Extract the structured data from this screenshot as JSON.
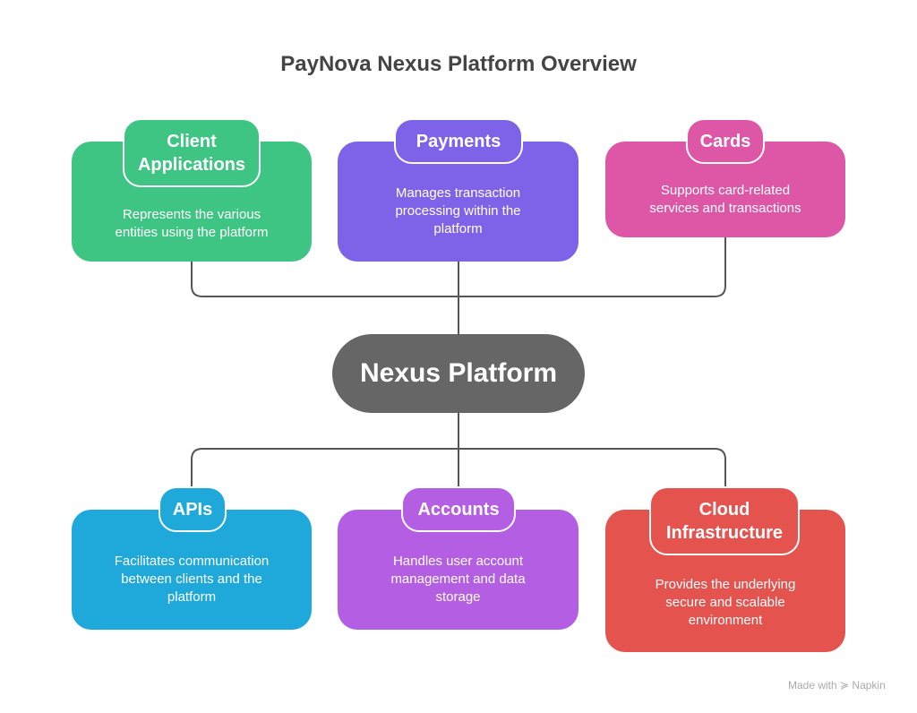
{
  "title": "PayNova Nexus Platform Overview",
  "center": "Nexus Platform",
  "nodes": [
    {
      "title": "Client Applications",
      "desc": "Represents the various entities using the platform",
      "color": "#3FC583"
    },
    {
      "title": "Payments",
      "desc": "Manages transaction processing within the platform",
      "color": "#7E63E8"
    },
    {
      "title": "Cards",
      "desc": "Supports card-related services and transactions",
      "color": "#DE56A6"
    },
    {
      "title": "APIs",
      "desc": "Facilitates communication between clients and the platform",
      "color": "#1FA9DA"
    },
    {
      "title": "Accounts",
      "desc": "Handles user account management and data storage",
      "color": "#B45EE3"
    },
    {
      "title": "Cloud Infrastructure",
      "desc": "Provides the underlying secure and scalable environment",
      "color": "#E5534F"
    }
  ],
  "footer": "Made with ≽ Napkin"
}
